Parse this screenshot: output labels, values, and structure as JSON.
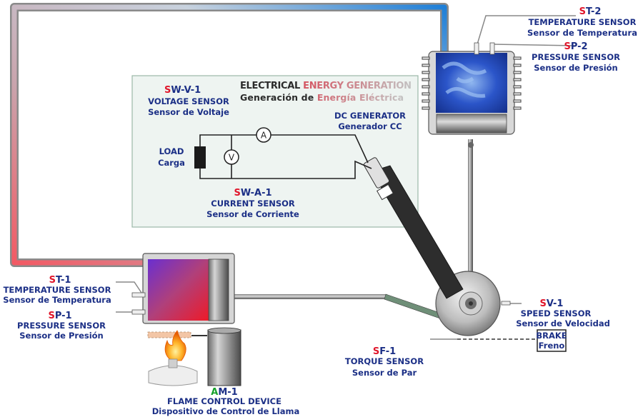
{
  "electrical": {
    "title_part1": "ELECTRICAL ",
    "title_part2": "ENERGY GENERATION",
    "subtitle_part1": "Generación de ",
    "subtitle_part2": "Energía Eléctrica"
  },
  "voltage_sensor": {
    "code_prefix": "S",
    "code_rest": "W-V-1",
    "name": "VOLTAGE SENSOR",
    "name_es": "Sensor de Voltaje"
  },
  "current_sensor": {
    "code_prefix": "S",
    "code_rest": "W-A-1",
    "name": "CURRENT SENSOR",
    "name_es": "Sensor de Corriente"
  },
  "dc_generator": {
    "name": "DC GENERATOR",
    "name_es": "Generador CC"
  },
  "load": {
    "name": "LOAD",
    "name_es": "Carga"
  },
  "meters": {
    "ammeter": "A",
    "voltmeter": "V"
  },
  "temp_sensor_2": {
    "code_prefix": "S",
    "code_rest": "T-2",
    "name": "TEMPERATURE SENSOR",
    "name_es": "Sensor de Temperatura"
  },
  "pressure_sensor_2": {
    "code_prefix": "S",
    "code_rest": "P-2",
    "name": "PRESSURE SENSOR",
    "name_es": "Sensor de Presión"
  },
  "temp_sensor_1": {
    "code_prefix": "S",
    "code_rest": "T-1",
    "name": "TEMPERATURE SENSOR",
    "name_es": "Sensor de Temperatura"
  },
  "pressure_sensor_1": {
    "code_prefix": "S",
    "code_rest": "P-1",
    "name": "PRESSURE SENSOR",
    "name_es": "Sensor de Presión"
  },
  "speed_sensor": {
    "code_prefix": "S",
    "code_rest": "V-1",
    "name": "SPEED SENSOR",
    "name_es": "Sensor de Velocidad"
  },
  "torque_sensor": {
    "code_prefix": "S",
    "code_rest": "F-1",
    "name": "TORQUE SENSOR",
    "name_es": "Sensor de Par"
  },
  "brake": {
    "name": "BRAKE",
    "name_es": "Freno"
  },
  "flame_control": {
    "code_prefix": "A",
    "code_rest": "M-1",
    "name": "FLAME CONTROL DEVICE",
    "name_es": "Dispositivo de Control de Llama"
  },
  "colors": {
    "hot": "#f25a64",
    "cold": "#1e7fd8",
    "label": "#1b2f86",
    "code": "#e0162b",
    "panel": "#eef4f1"
  }
}
